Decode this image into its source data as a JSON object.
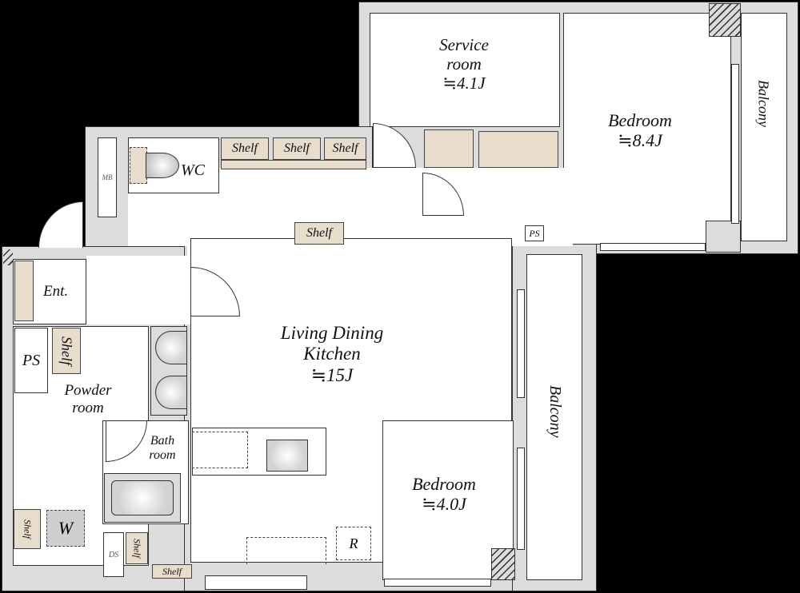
{
  "rooms": {
    "service_room": {
      "name": "Service\nroom",
      "line1": "Service",
      "line2": "room",
      "area": "≒4.1J"
    },
    "bedroom_main": {
      "name": "Bedroom",
      "area": "≒8.4J"
    },
    "ldk": {
      "line1": "Living Dining",
      "line2": "Kitchen",
      "area": "≒15J"
    },
    "bedroom_small": {
      "name": "Bedroom",
      "area": "≒4.0J"
    },
    "wc": {
      "name": "WC"
    },
    "entrance": {
      "name": "Ent."
    },
    "powder_room": {
      "line1": "Powder",
      "line2": "room"
    },
    "bath_room": {
      "line1": "Bath",
      "line2": "room"
    },
    "balcony_top": {
      "name": "Balcony"
    },
    "balcony_right": {
      "name": "Balcony"
    }
  },
  "fixtures": {
    "shelf": "Shelf",
    "mb": "MB",
    "ps": "PS",
    "ds": "DS",
    "washer": "W",
    "fridge": "R"
  },
  "colors": {
    "background": "#000000",
    "wall": "#dcdcdc",
    "floor": "#ffffff",
    "shelf": "#e8dccd",
    "line": "#333333"
  }
}
